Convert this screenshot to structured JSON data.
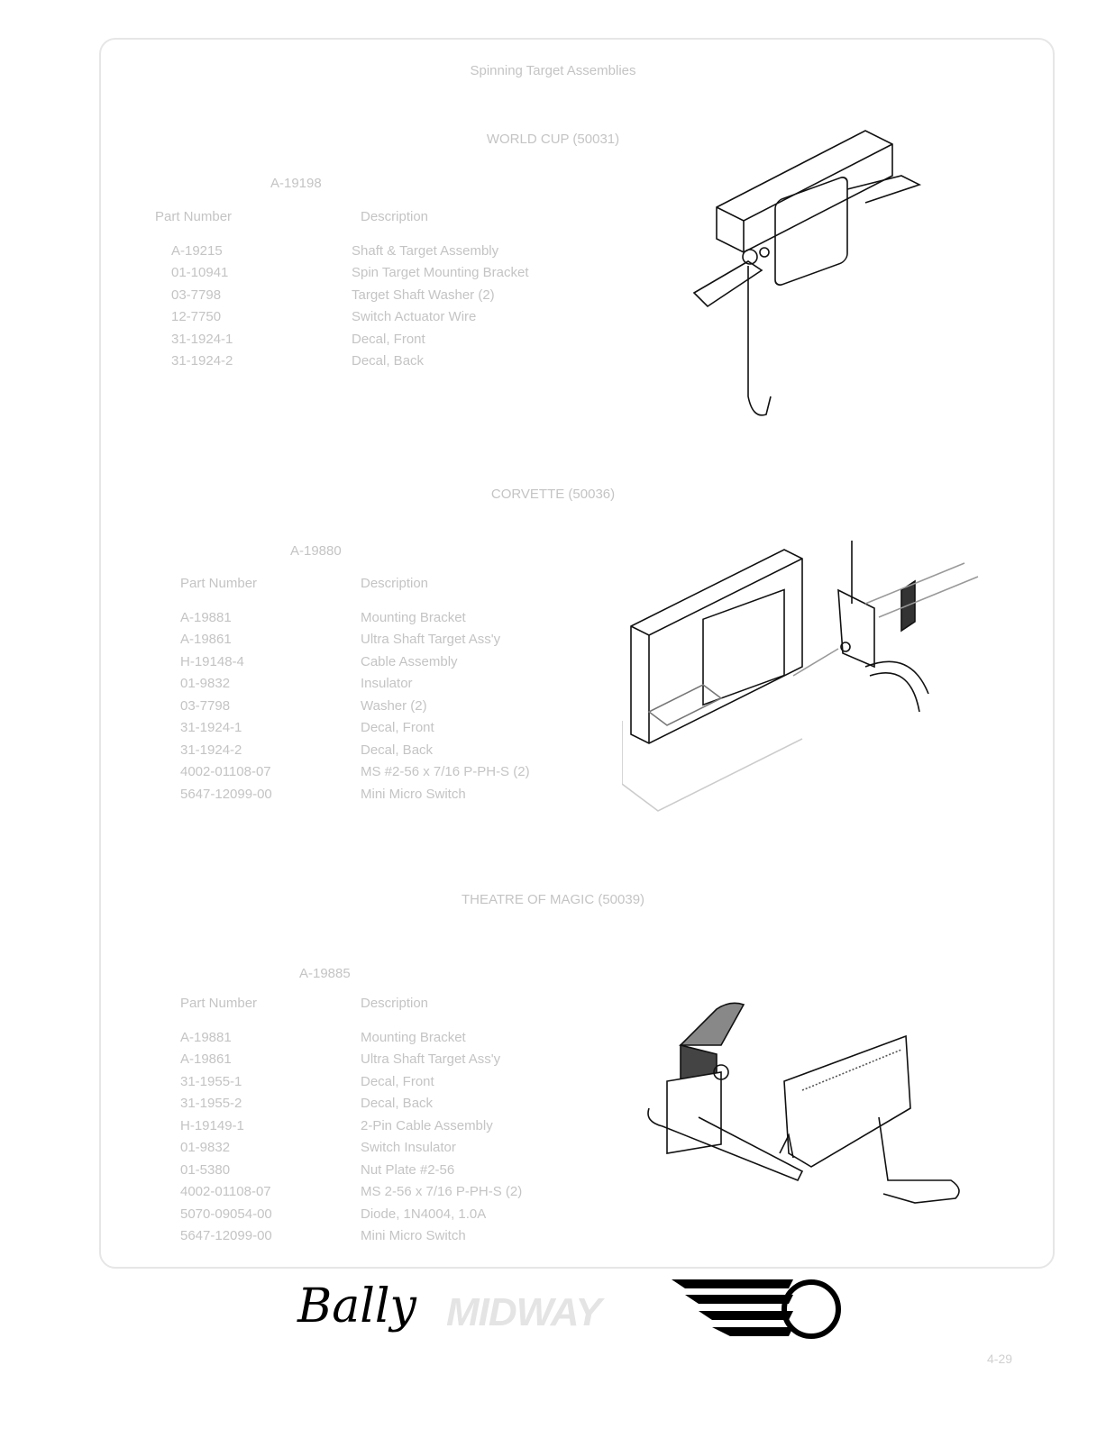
{
  "page_title": "Spinning Target Assemblies",
  "sections": [
    {
      "title": "WORLD CUP (50031)",
      "assembly": "A-19198",
      "col_part": "Part Number",
      "col_desc": "Description",
      "rows": [
        [
          "A-19215",
          "Shaft & Target Assembly"
        ],
        [
          "01-10941",
          "Spin Target Mounting Bracket"
        ],
        [
          "03-7798",
          "Target Shaft Washer (2)"
        ],
        [
          "12-7750",
          "Switch Actuator Wire"
        ],
        [
          "31-1924-1",
          "Decal, Front"
        ],
        [
          "31-1924-2",
          "Decal, Back"
        ]
      ]
    },
    {
      "title": "CORVETTE (50036)",
      "assembly": "A-19880",
      "col_part": "Part Number",
      "col_desc": "Description",
      "rows": [
        [
          "A-19881",
          "Mounting Bracket"
        ],
        [
          "A-19861",
          "Ultra Shaft Target Ass'y"
        ],
        [
          "H-19148-4",
          "Cable Assembly"
        ],
        [
          "01-9832",
          "Insulator"
        ],
        [
          "03-7798",
          "Washer (2)"
        ],
        [
          "31-1924-1",
          "Decal, Front"
        ],
        [
          "31-1924-2",
          "Decal, Back"
        ],
        [
          "4002-01108-07",
          "MS #2-56 x 7/16 P-PH-S (2)"
        ],
        [
          "5647-12099-00",
          "Mini Micro Switch"
        ]
      ]
    },
    {
      "title": "THEATRE OF MAGIC (50039)",
      "assembly": "A-19885",
      "col_part": "Part Number",
      "col_desc": "Description",
      "rows": [
        [
          "A-19881",
          "Mounting Bracket"
        ],
        [
          "A-19861",
          "Ultra Shaft Target Ass'y"
        ],
        [
          "31-1955-1",
          "Decal, Front"
        ],
        [
          "31-1955-2",
          "Decal, Back"
        ],
        [
          "H-19149-1",
          "2-Pin Cable Assembly"
        ],
        [
          "01-9832",
          "Switch Insulator"
        ],
        [
          "01-5380",
          "Nut Plate #2-56"
        ],
        [
          "4002-01108-07",
          "MS 2-56 x 7/16 P-PH-S (2)"
        ],
        [
          "5070-09054-00",
          "Diode, 1N4004, 1.0A"
        ],
        [
          "5647-12099-00",
          "Mini Micro Switch"
        ]
      ]
    }
  ],
  "footer": {
    "logo_text": "Bally MIDWAY",
    "logo_bally": "Bally",
    "logo_midway": "MIDWAY",
    "page_number": "4-29"
  }
}
